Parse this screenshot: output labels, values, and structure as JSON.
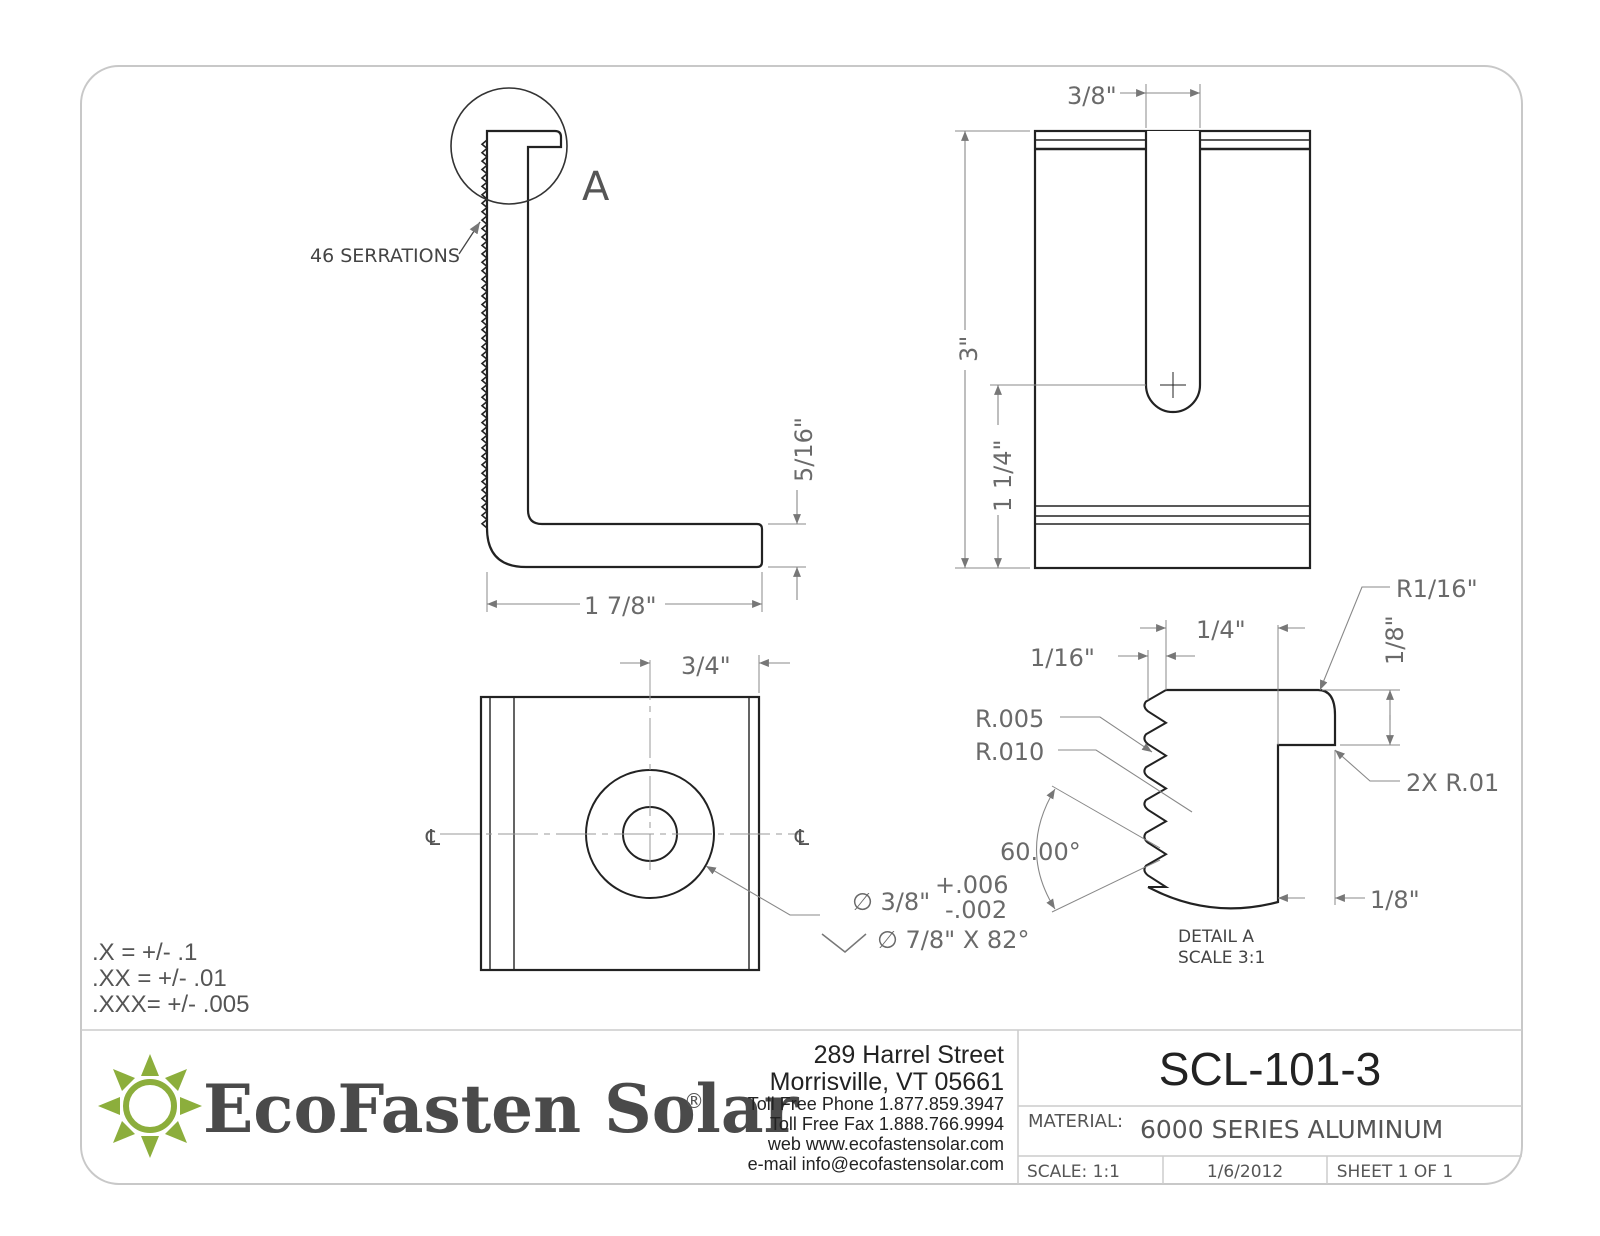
{
  "detail_marker": "A",
  "serrations_note": "46 SERRATIONS",
  "side_view": {
    "height_dim": "5/16\"",
    "length_dim": "1 7/8\""
  },
  "front_view": {
    "top_dim": "3/8\"",
    "height_dim": "3\"",
    "slot_dim": "1 1/4\""
  },
  "bottom_view": {
    "width_dim": "3/4\"",
    "centerline_left": "℄",
    "centerline_right": "℄",
    "hole_dia": "∅ 3/8\"",
    "tol_plus": "+.006",
    "tol_minus": "-.002",
    "csk": "∅ 7/8\" X 82°"
  },
  "detail_a": {
    "dim_1_16": "1/16\"",
    "dim_1_4": "1/4\"",
    "r1_16": "R1/16\"",
    "dim_1_8_top": "1/8\"",
    "r005": "R.005",
    "r010": "R.010",
    "r01": "2X R.01",
    "angle": "60.00°",
    "dim_1_8_bottom": "1/8\"",
    "title_line1": "DETAIL A",
    "title_line2": "SCALE 3:1"
  },
  "tolerances": [
    ".X = +/- .1",
    ".XX = +/- .01",
    ".XXX= +/- .005"
  ],
  "title_block": {
    "company": "EcoFasten Solar",
    "registered": "®",
    "address_line1": "289 Harrel Street",
    "address_line2": "Morrisville, VT 05661",
    "phone": "Toll Free Phone 1.877.859.3947",
    "fax": "Toll Free Fax 1.888.766.9994",
    "web": "web www.ecofastensolar.com",
    "email": "e-mail info@ecofastensolar.com",
    "part_number": "SCL-101-3",
    "material_label": "MATERIAL:",
    "material_value": "6000 SERIES ALUMINUM",
    "scale": "SCALE: 1:1",
    "date": "1/6/2012",
    "sheet": "SHEET 1 OF 1"
  },
  "colors": {
    "logo_green": "#8cae3c",
    "line": "#222222",
    "dim": "#777777"
  }
}
